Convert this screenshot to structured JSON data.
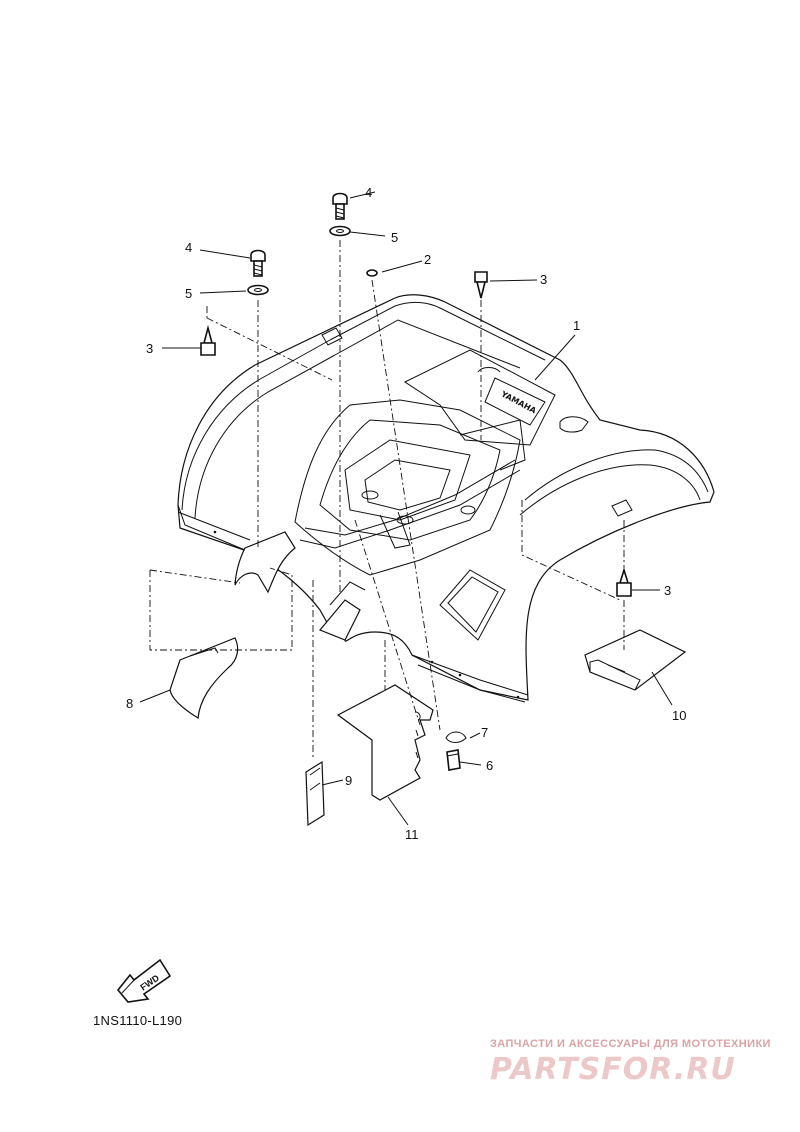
{
  "diagram": {
    "callouts": [
      {
        "id": "c1",
        "text": "1"
      },
      {
        "id": "c2",
        "text": "2"
      },
      {
        "id": "c3a",
        "text": "3"
      },
      {
        "id": "c3b",
        "text": "3"
      },
      {
        "id": "c3c",
        "text": "3"
      },
      {
        "id": "c4a",
        "text": "4"
      },
      {
        "id": "c4b",
        "text": "4"
      },
      {
        "id": "c5a",
        "text": "5"
      },
      {
        "id": "c5b",
        "text": "5"
      },
      {
        "id": "c6",
        "text": "6"
      },
      {
        "id": "c7",
        "text": "7"
      },
      {
        "id": "c8",
        "text": "8"
      },
      {
        "id": "c9",
        "text": "9"
      },
      {
        "id": "c10",
        "text": "10"
      },
      {
        "id": "c11",
        "text": "11"
      }
    ],
    "fwd_label": "FWD",
    "fender_emblem": "YAMAHA",
    "diagram_code": "1NS1110-L190"
  },
  "watermark": {
    "tagline": "ЗАПЧАСТИ И АКСЕССУАРЫ ДЛЯ МОТОТЕХНИКИ",
    "logo_text": "PARTSFOR.RU",
    "logo_color": "#ecc8c8"
  }
}
